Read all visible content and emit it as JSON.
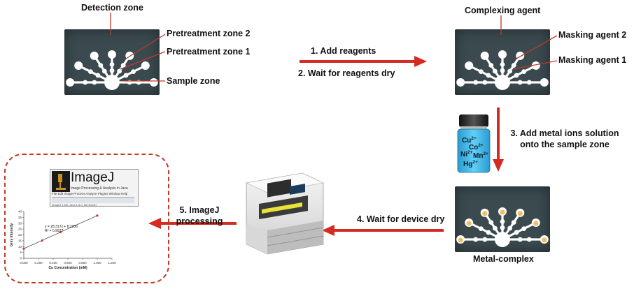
{
  "labels": {
    "detection_zone": "Detection zone",
    "pretreatment_zone_2": "Pretreatment zone 2",
    "pretreatment_zone_1": "Pretreatment zone 1",
    "sample_zone": "Sample zone",
    "complexing_agent": "Complexing agent",
    "masking_agent_2": "Masking agent 2",
    "masking_agent_1": "Masking agent 1",
    "metal_complex": "Metal-complex"
  },
  "steps": {
    "step1": "1. Add reagents",
    "step2": "2. Wait for reagents dry",
    "step3_line1": "3. Add metal ions solution",
    "step3_line2": "onto the sample zone",
    "step4": "4. Wait for device dry",
    "step5_line1": "5. ImageJ",
    "step5_line2": "processing"
  },
  "vial": {
    "ions": [
      {
        "base": "Cu",
        "charge": "2+"
      },
      {
        "base": "Co",
        "charge": "2+"
      },
      {
        "base": "Ni",
        "charge": "2+"
      },
      {
        "base": "Mn",
        "charge": "2+"
      },
      {
        "base": "Hg",
        "charge": "2+"
      }
    ]
  },
  "imagej": {
    "title": "ImageJ",
    "subtitle": "Image Processing & Analysis in Java",
    "menu": "File  Edit  Image  Process  Analyze  Plugins  Window  Help",
    "status": "ImageJ 1.50i; Java 1.6.0_65 [64-bit]"
  },
  "colors": {
    "arrow": "#d42b22",
    "device_bg": "#3a4a4f",
    "device_channel": "#ffffff",
    "vial_liquid": "#3cb4e6",
    "complex_spot": "#f0b24a",
    "panel_border": "#c0392b"
  },
  "chart_data": {
    "type": "scatter",
    "title": "",
    "xlabel": "Cu Concentration (mM)",
    "ylabel": "Grey Intensity",
    "xlim": [
      0,
      1.2
    ],
    "ylim": [
      0,
      40
    ],
    "xticks": [
      "0.000",
      "0.200",
      "0.400",
      "0.600",
      "0.800",
      "1.000",
      "1.200"
    ],
    "yticks": [
      "0",
      "5",
      "10",
      "15",
      "20",
      "25",
      "30",
      "35",
      "40"
    ],
    "series": [
      {
        "x": [
          0,
          0.25,
          0.5,
          1.0
        ],
        "y": [
          8.3,
          15.2,
          22.4,
          36.5
        ]
      }
    ],
    "trendline": {
      "slope": 28.317,
      "intercept": 8.2206
    },
    "annotations": [
      "y = 28.317x + 8.2206",
      "R² = 0.9977"
    ],
    "grid": false
  }
}
